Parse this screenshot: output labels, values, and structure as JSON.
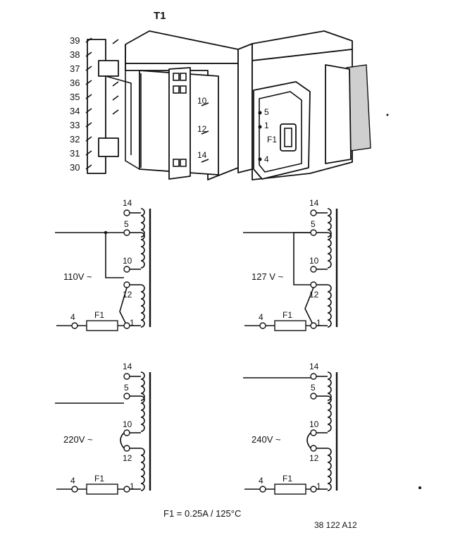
{
  "header": {
    "title": "T1"
  },
  "transformer": {
    "pin_numbers": [
      "39",
      "38",
      "37",
      "36",
      "35",
      "34",
      "33",
      "32",
      "31",
      "30"
    ],
    "coil_labels": [
      "10",
      "12",
      "14"
    ],
    "fuse_side_labels": [
      "5",
      "1",
      "F1",
      "4"
    ]
  },
  "circuits": [
    {
      "id": "110",
      "voltage": "110V ~",
      "pins": [
        "14",
        "5",
        "10",
        "12",
        "1",
        "4"
      ],
      "fuse": "F1"
    },
    {
      "id": "127",
      "voltage": "127 V ~",
      "pins": [
        "14",
        "5",
        "10",
        "12",
        "1",
        "4"
      ],
      "fuse": "F1"
    },
    {
      "id": "220",
      "voltage": "220V ~",
      "pins": [
        "14",
        "5",
        "10",
        "12",
        "1",
        "4"
      ],
      "fuse": "F1"
    },
    {
      "id": "240",
      "voltage": "240V ~",
      "pins": [
        "14",
        "5",
        "10",
        "12",
        "1",
        "4"
      ],
      "fuse": "F1"
    }
  ],
  "footer": {
    "fuse_spec": "F1 = 0.25A / 125°C",
    "drawing_ref": "38 122 A12"
  }
}
